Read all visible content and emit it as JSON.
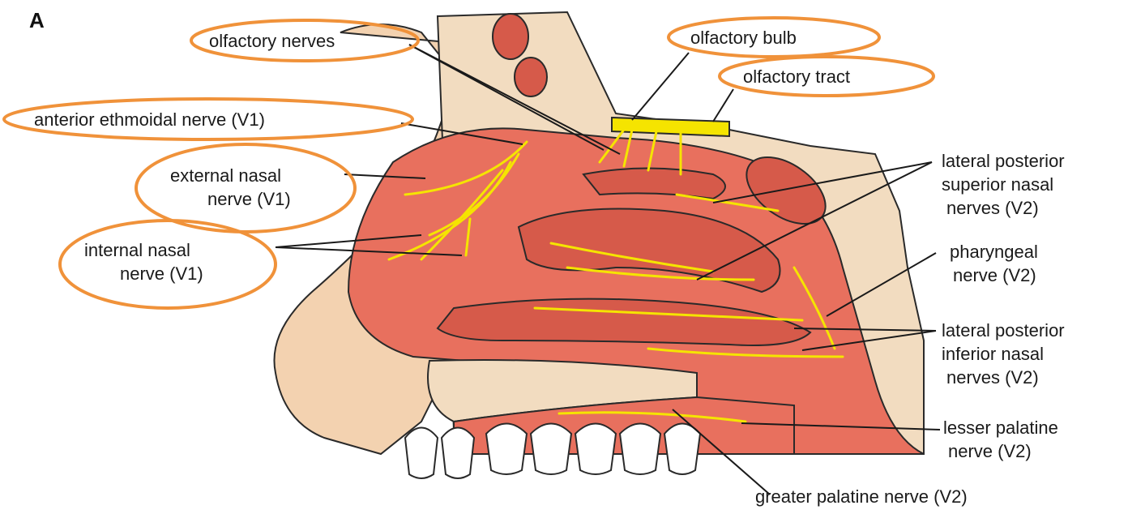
{
  "panel_letter": "A",
  "labels": {
    "olfactory_nerves": "olfactory nerves",
    "olfactory_bulb": "olfactory bulb",
    "olfactory_tract": "olfactory tract",
    "anterior_ethmoidal": "anterior ethmoidal nerve (V1)",
    "external_nasal": [
      "external nasal",
      "nerve (V1)"
    ],
    "internal_nasal": [
      "internal nasal",
      "nerve (V1)"
    ],
    "lat_post_superior": [
      "lateral posterior",
      "superior nasal",
      "nerves (V2)"
    ],
    "pharyngeal": [
      "pharyngeal",
      "nerve (V2)"
    ],
    "lat_post_inferior": [
      "lateral posterior",
      "inferior nasal",
      "nerves (V2)"
    ],
    "lesser_palatine": [
      "lesser palatine",
      "nerve (V2)"
    ],
    "greater_palatine": "greater palatine nerve (V2)"
  },
  "colors": {
    "highlight_ellipse": "#f0923a",
    "nerve": "#f5e400",
    "mucosa": "#e8705e",
    "bone": "#f2dcc0",
    "skin": "#f3d2b0",
    "outline": "#2a2a2a"
  }
}
